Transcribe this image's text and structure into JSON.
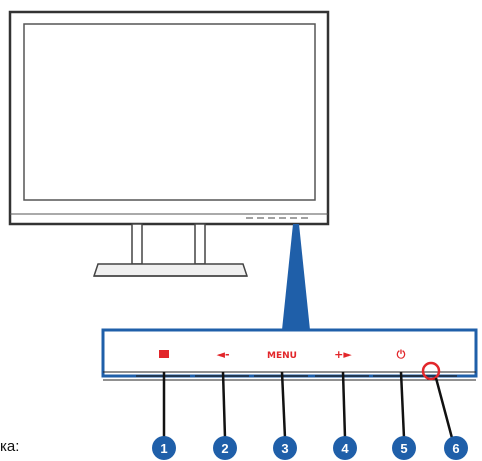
{
  "colors": {
    "accent_blue": "#1f5fa9",
    "button_icon_red": "#e2262a",
    "callout_circle": "#1f5fa9",
    "outline": "#333333"
  },
  "panel": {
    "buttons": [
      {
        "icon": "monitor-icon",
        "label": ""
      },
      {
        "icon": "volume-left-icon",
        "label": "◄-"
      },
      {
        "icon": "menu-icon",
        "label": "MENU"
      },
      {
        "icon": "arrow-right-icon",
        "label": "+►"
      },
      {
        "icon": "power-icon",
        "label": "⏻"
      },
      {
        "icon": "power-indicator-icon",
        "label": ""
      }
    ]
  },
  "callouts": [
    "1",
    "2",
    "3",
    "4",
    "5",
    "6"
  ],
  "caption": "ка:"
}
